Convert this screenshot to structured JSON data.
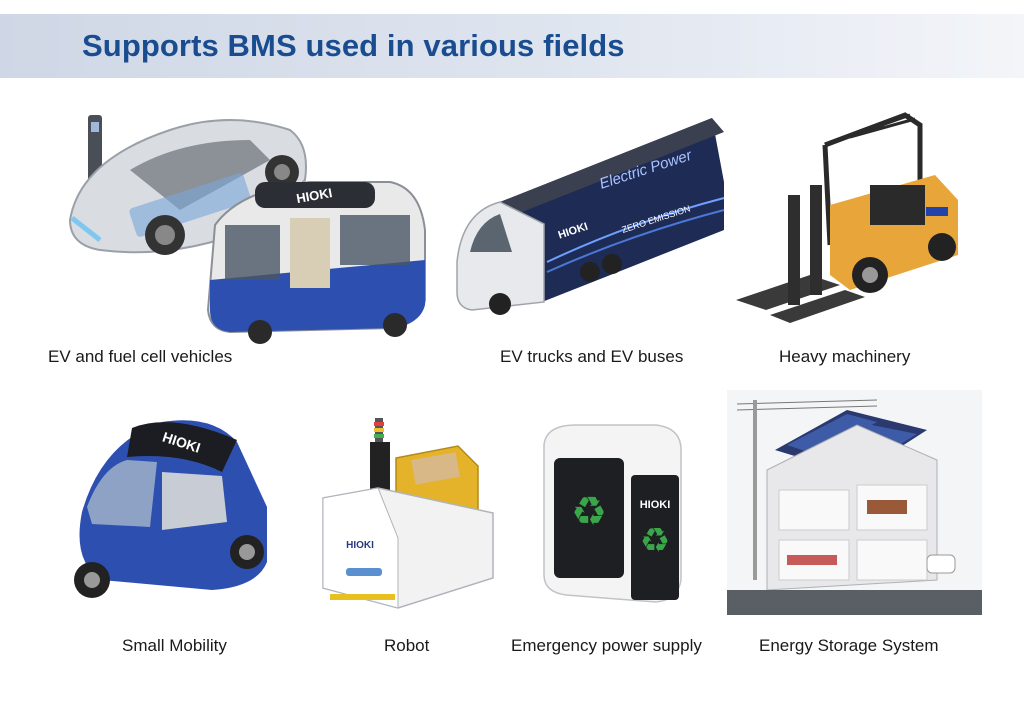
{
  "header": {
    "title": "Supports BMS used in various fields"
  },
  "brand": {
    "logo_text": "HIOKI",
    "truck_text_1": "Electric Power",
    "truck_text_2": "ZERO EMISSION"
  },
  "colors": {
    "title": "#1a4d8f",
    "banner": "#d9dfeb",
    "bus_blue": "#2d4fb0",
    "forklift_yellow": "#e8a53a",
    "recycle_green": "#3aa64a"
  },
  "fields": [
    {
      "label": "EV and fuel cell vehicles",
      "icon": "ev-car-and-bus-image"
    },
    {
      "label": "EV trucks and EV buses",
      "icon": "ev-truck-image"
    },
    {
      "label": "Heavy machinery",
      "icon": "forklift-image"
    },
    {
      "label": "Small Mobility",
      "icon": "small-mobility-image"
    },
    {
      "label": "Robot",
      "icon": "robot-image"
    },
    {
      "label": "Emergency power supply",
      "icon": "emergency-power-image"
    },
    {
      "label": "Energy Storage System",
      "icon": "energy-storage-house-image"
    }
  ]
}
